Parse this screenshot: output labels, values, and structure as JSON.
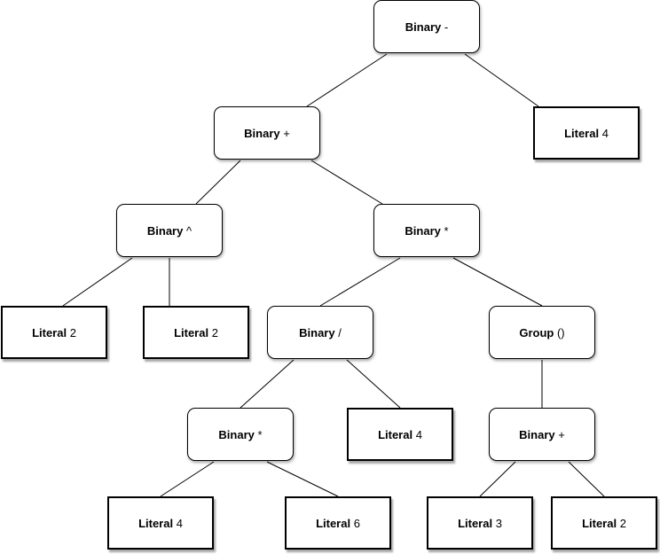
{
  "diagram": {
    "nodes": [
      {
        "id": "n1",
        "kind": "Binary",
        "value": "-",
        "shape": "operator"
      },
      {
        "id": "n2",
        "kind": "Binary",
        "value": "+",
        "shape": "operator"
      },
      {
        "id": "n3",
        "kind": "Literal",
        "value": "4",
        "shape": "literal"
      },
      {
        "id": "n4",
        "kind": "Binary",
        "value": "^",
        "shape": "operator"
      },
      {
        "id": "n5",
        "kind": "Binary",
        "value": "*",
        "shape": "operator"
      },
      {
        "id": "n6",
        "kind": "Literal",
        "value": "2",
        "shape": "literal"
      },
      {
        "id": "n7",
        "kind": "Literal",
        "value": "2",
        "shape": "literal"
      },
      {
        "id": "n8",
        "kind": "Binary",
        "value": "/",
        "shape": "operator"
      },
      {
        "id": "n9",
        "kind": "Group",
        "value": "()",
        "shape": "operator"
      },
      {
        "id": "n10",
        "kind": "Binary",
        "value": "*",
        "shape": "operator"
      },
      {
        "id": "n11",
        "kind": "Literal",
        "value": "4",
        "shape": "literal"
      },
      {
        "id": "n12",
        "kind": "Binary",
        "value": "+",
        "shape": "operator"
      },
      {
        "id": "n13",
        "kind": "Literal",
        "value": "4",
        "shape": "literal"
      },
      {
        "id": "n14",
        "kind": "Literal",
        "value": "6",
        "shape": "literal"
      },
      {
        "id": "n15",
        "kind": "Literal",
        "value": "3",
        "shape": "literal"
      },
      {
        "id": "n16",
        "kind": "Literal",
        "value": "2",
        "shape": "literal"
      }
    ],
    "edges": [
      {
        "from": "n1",
        "to": "n2"
      },
      {
        "from": "n1",
        "to": "n3"
      },
      {
        "from": "n2",
        "to": "n4"
      },
      {
        "from": "n2",
        "to": "n5"
      },
      {
        "from": "n4",
        "to": "n6"
      },
      {
        "from": "n4",
        "to": "n7"
      },
      {
        "from": "n5",
        "to": "n8"
      },
      {
        "from": "n5",
        "to": "n9"
      },
      {
        "from": "n8",
        "to": "n10"
      },
      {
        "from": "n8",
        "to": "n11"
      },
      {
        "from": "n9",
        "to": "n12"
      },
      {
        "from": "n10",
        "to": "n13"
      },
      {
        "from": "n10",
        "to": "n14"
      },
      {
        "from": "n12",
        "to": "n15"
      },
      {
        "from": "n12",
        "to": "n16"
      }
    ],
    "colors": {
      "line": "#000000",
      "node_fill": "#ffffff"
    }
  }
}
